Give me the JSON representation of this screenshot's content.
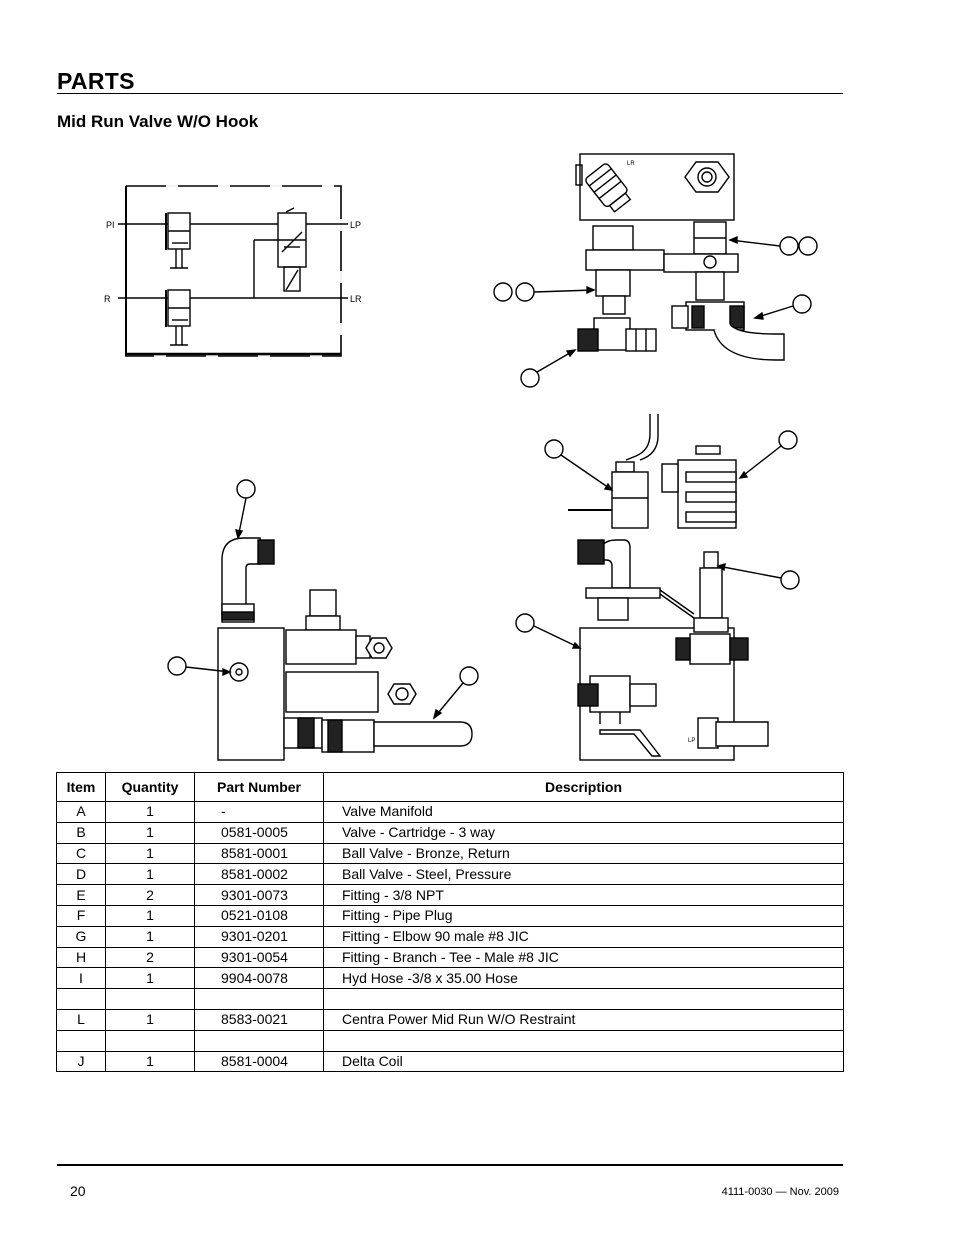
{
  "header": {
    "title": "PARTS",
    "subtitle": "Mid Run Valve W/O Hook"
  },
  "schematic": {
    "labels": [
      "PI",
      "LP",
      "R",
      "LR",
      "LR",
      "LP"
    ]
  },
  "table": {
    "headers": [
      "Item",
      "Quantity",
      "Part Number",
      "Description"
    ],
    "rows": [
      [
        "A",
        "1",
        "-",
        "Valve Manifold"
      ],
      [
        "B",
        "1",
        "0581-0005",
        "Valve - Cartridge - 3 way"
      ],
      [
        "C",
        "1",
        "8581-0001",
        "Ball Valve - Bronze, Return"
      ],
      [
        "D",
        "1",
        "8581-0002",
        "Ball Valve - Steel, Pressure"
      ],
      [
        "E",
        "2",
        "9301-0073",
        "Fitting - 3/8 NPT"
      ],
      [
        "F",
        "1",
        "0521-0108",
        "Fitting - Pipe Plug"
      ],
      [
        "G",
        "1",
        "9301-0201",
        "Fitting - Elbow 90 male #8 JIC"
      ],
      [
        "H",
        "2",
        "9301-0054",
        "Fitting - Branch - Tee - Male #8 JIC"
      ],
      [
        "I",
        "1",
        "9904-0078",
        "Hyd Hose -3/8 x 35.00 Hose"
      ],
      [
        "",
        "",
        "",
        ""
      ],
      [
        "L",
        "1",
        "8583-0021",
        "Centra Power Mid Run W/O Restraint"
      ],
      [
        "",
        "",
        "",
        ""
      ],
      [
        "J",
        "1",
        "8581-0004",
        "Delta Coil"
      ]
    ]
  },
  "footer": {
    "page_number": "20",
    "doc_number": "4111-0030 — Nov. 2009"
  }
}
